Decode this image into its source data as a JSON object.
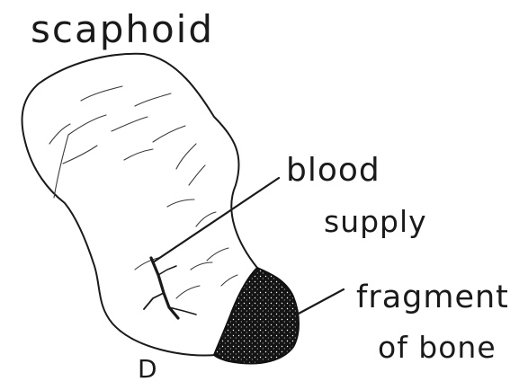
{
  "labels": {
    "title": "scaphoid",
    "blood_line1": "blood",
    "blood_line2": "supply",
    "fragment_line1": "fragment",
    "fragment_line2": "of bone",
    "corner_mark": "D"
  },
  "colors": {
    "ink": "#1a1a1a",
    "background": "#ffffff",
    "fragment_fill": "#151515"
  }
}
